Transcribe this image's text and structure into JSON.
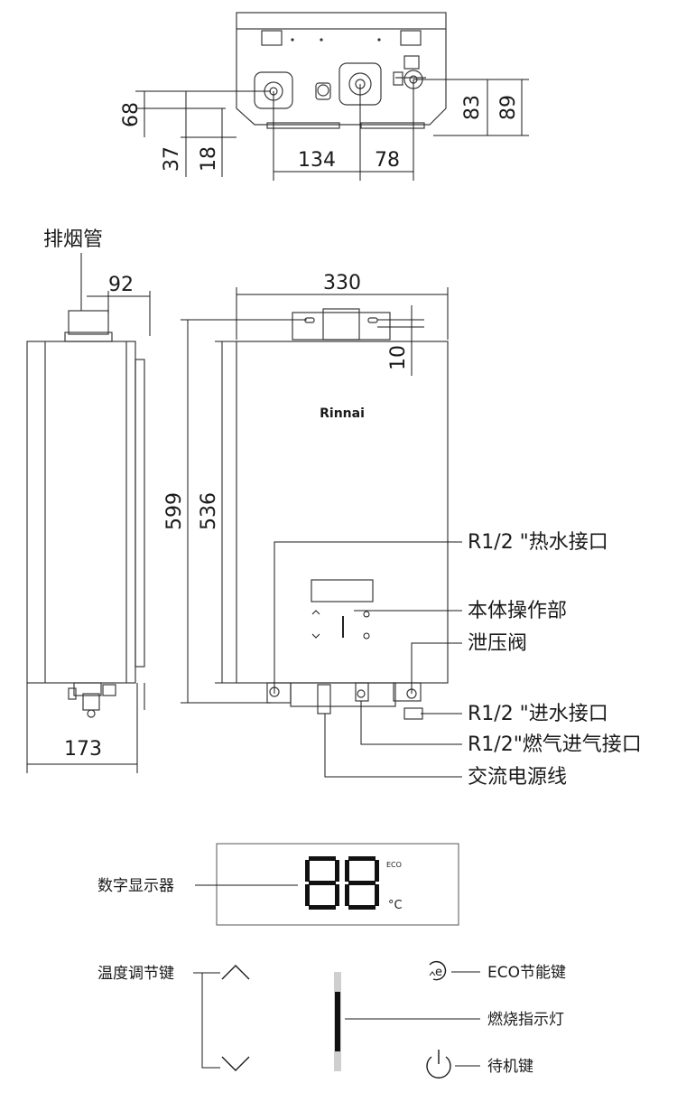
{
  "top_view": {
    "dims": {
      "d68": "68",
      "d37": "37",
      "d18": "18",
      "d134": "134",
      "d78": "78",
      "d83": "83",
      "d89": "89"
    }
  },
  "side_view": {
    "flue_label": "排烟管",
    "dims": {
      "d92": "92",
      "d173": "173"
    }
  },
  "front_view": {
    "brand": "Rinnai",
    "dims": {
      "d330": "330",
      "d10": "10",
      "d599": "599",
      "d536": "536"
    },
    "callouts": {
      "hot_water": "R1/2 \"热水接口",
      "operation": "本体操作部",
      "relief_valve": "泄压阀",
      "cold_water": "R1/2 \"进水接口",
      "gas_inlet": "R1/2\"燃气进气接口",
      "power_cord": "交流电源线"
    }
  },
  "control_panel": {
    "display_label": "数字显示器",
    "digits": "88",
    "eco_text": "ECO",
    "unit": "°C",
    "temp_label": "温度调节键",
    "eco_key_label": "ECO节能键",
    "flame_label": "燃烧指示灯",
    "standby_label": "待机键",
    "eco_icon_glyph": "e"
  },
  "icons": {
    "up_arrow": "chevron-up-icon",
    "down_arrow": "chevron-down-icon",
    "eco_key": "eco-icon",
    "power": "power-icon"
  }
}
